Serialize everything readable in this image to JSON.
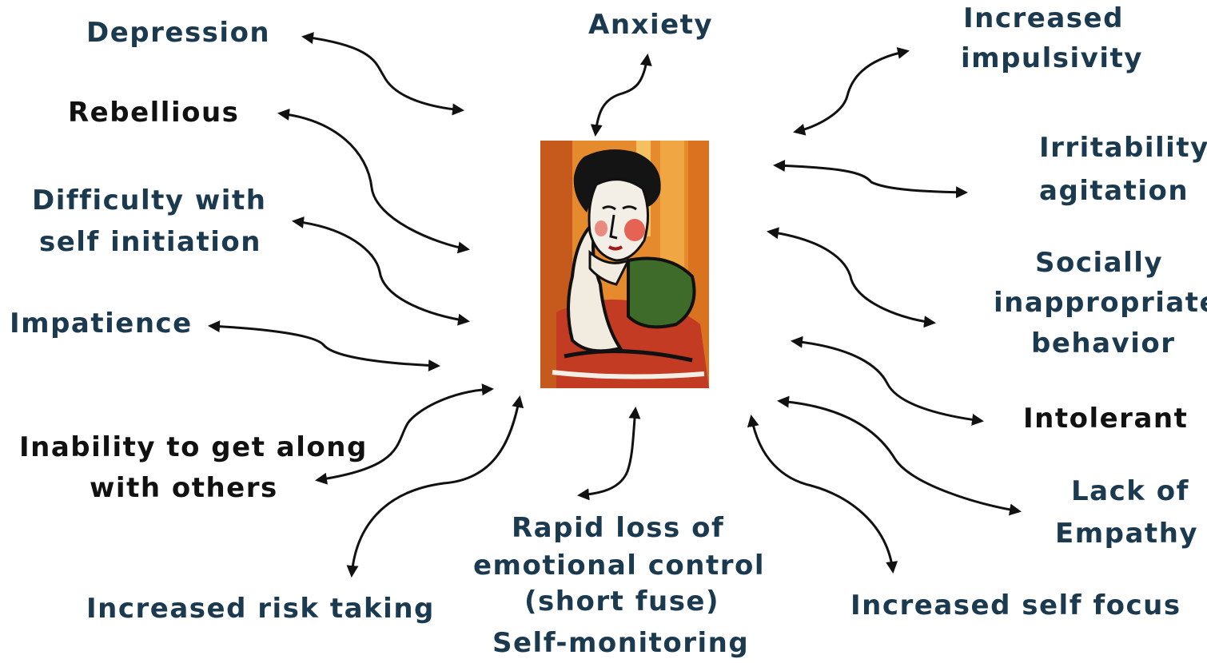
{
  "labels": {
    "depression": "Depression",
    "anxiety": "Anxiety",
    "impulsivity_1": "Increased",
    "impulsivity_2": "impulsivity",
    "rebellious": "Rebellious",
    "irritability_1": "Irritability/",
    "irritability_2": "agitation",
    "self_init_1": "Difficulty with",
    "self_init_2": "self initiation",
    "socially_1": "Socially",
    "socially_2": "inappropriate",
    "socially_3": "behavior",
    "impatience": "Impatience",
    "intolerant": "Intolerant",
    "get_along_1": "Inability to get along",
    "get_along_2": "with others",
    "empathy_1": "Lack of",
    "empathy_2": "Empathy",
    "rapid_1": "Rapid loss of",
    "rapid_2": "emotional control",
    "rapid_3": "(short fuse)",
    "self_monitoring": "Self-monitoring",
    "risk_taking": "Increased risk taking",
    "self_focus": "Increased self focus"
  },
  "colors": {
    "navy_text": "#1b3a4f",
    "black_text": "#111111",
    "arrow": "#111111"
  },
  "image": {
    "name": "distressed-woman-painting"
  }
}
